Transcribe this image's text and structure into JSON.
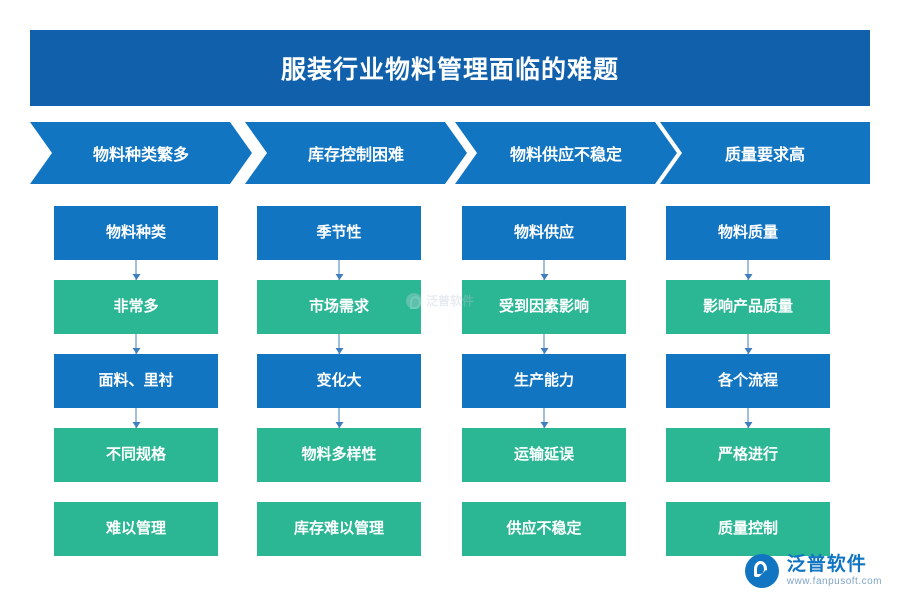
{
  "title": {
    "text": "服装行业物料管理面临的难题"
  },
  "chevrons": [
    {
      "label": "物料种类繁多"
    },
    {
      "label": "库存控制困难"
    },
    {
      "label": "物料供应不稳定"
    },
    {
      "label": "质量要求高"
    }
  ],
  "columns": [
    {
      "nodes": [
        {
          "label": "物料种类",
          "color": "blue"
        },
        {
          "label": "非常多",
          "color": "teal"
        },
        {
          "label": "面料、里衬",
          "color": "blue"
        },
        {
          "label": "不同规格",
          "color": "teal"
        },
        {
          "label": "难以管理",
          "color": "teal"
        }
      ]
    },
    {
      "nodes": [
        {
          "label": "季节性",
          "color": "blue"
        },
        {
          "label": "市场需求",
          "color": "teal"
        },
        {
          "label": "变化大",
          "color": "blue"
        },
        {
          "label": "物料多样性",
          "color": "teal"
        },
        {
          "label": "库存难以管理",
          "color": "teal"
        }
      ]
    },
    {
      "nodes": [
        {
          "label": "物料供应",
          "color": "blue"
        },
        {
          "label": "受到因素影响",
          "color": "teal"
        },
        {
          "label": "生产能力",
          "color": "blue"
        },
        {
          "label": "运输延误",
          "color": "teal"
        },
        {
          "label": "供应不稳定",
          "color": "teal"
        }
      ]
    },
    {
      "nodes": [
        {
          "label": "物料质量",
          "color": "blue"
        },
        {
          "label": "影响产品质量",
          "color": "teal"
        },
        {
          "label": "各个流程",
          "color": "blue"
        },
        {
          "label": "严格进行",
          "color": "teal"
        },
        {
          "label": "质量控制",
          "color": "teal"
        }
      ]
    }
  ],
  "watermark": {
    "center_text": "泛普软件"
  },
  "brand": {
    "name": "泛普软件",
    "url": "www.fanpusoft.com"
  },
  "colors": {
    "title_bg": "#1160ab",
    "chevron_bg": "#1175c2",
    "node_blue": "#1175c2",
    "node_teal": "#2bb694",
    "connector": "#3f7fbd"
  }
}
